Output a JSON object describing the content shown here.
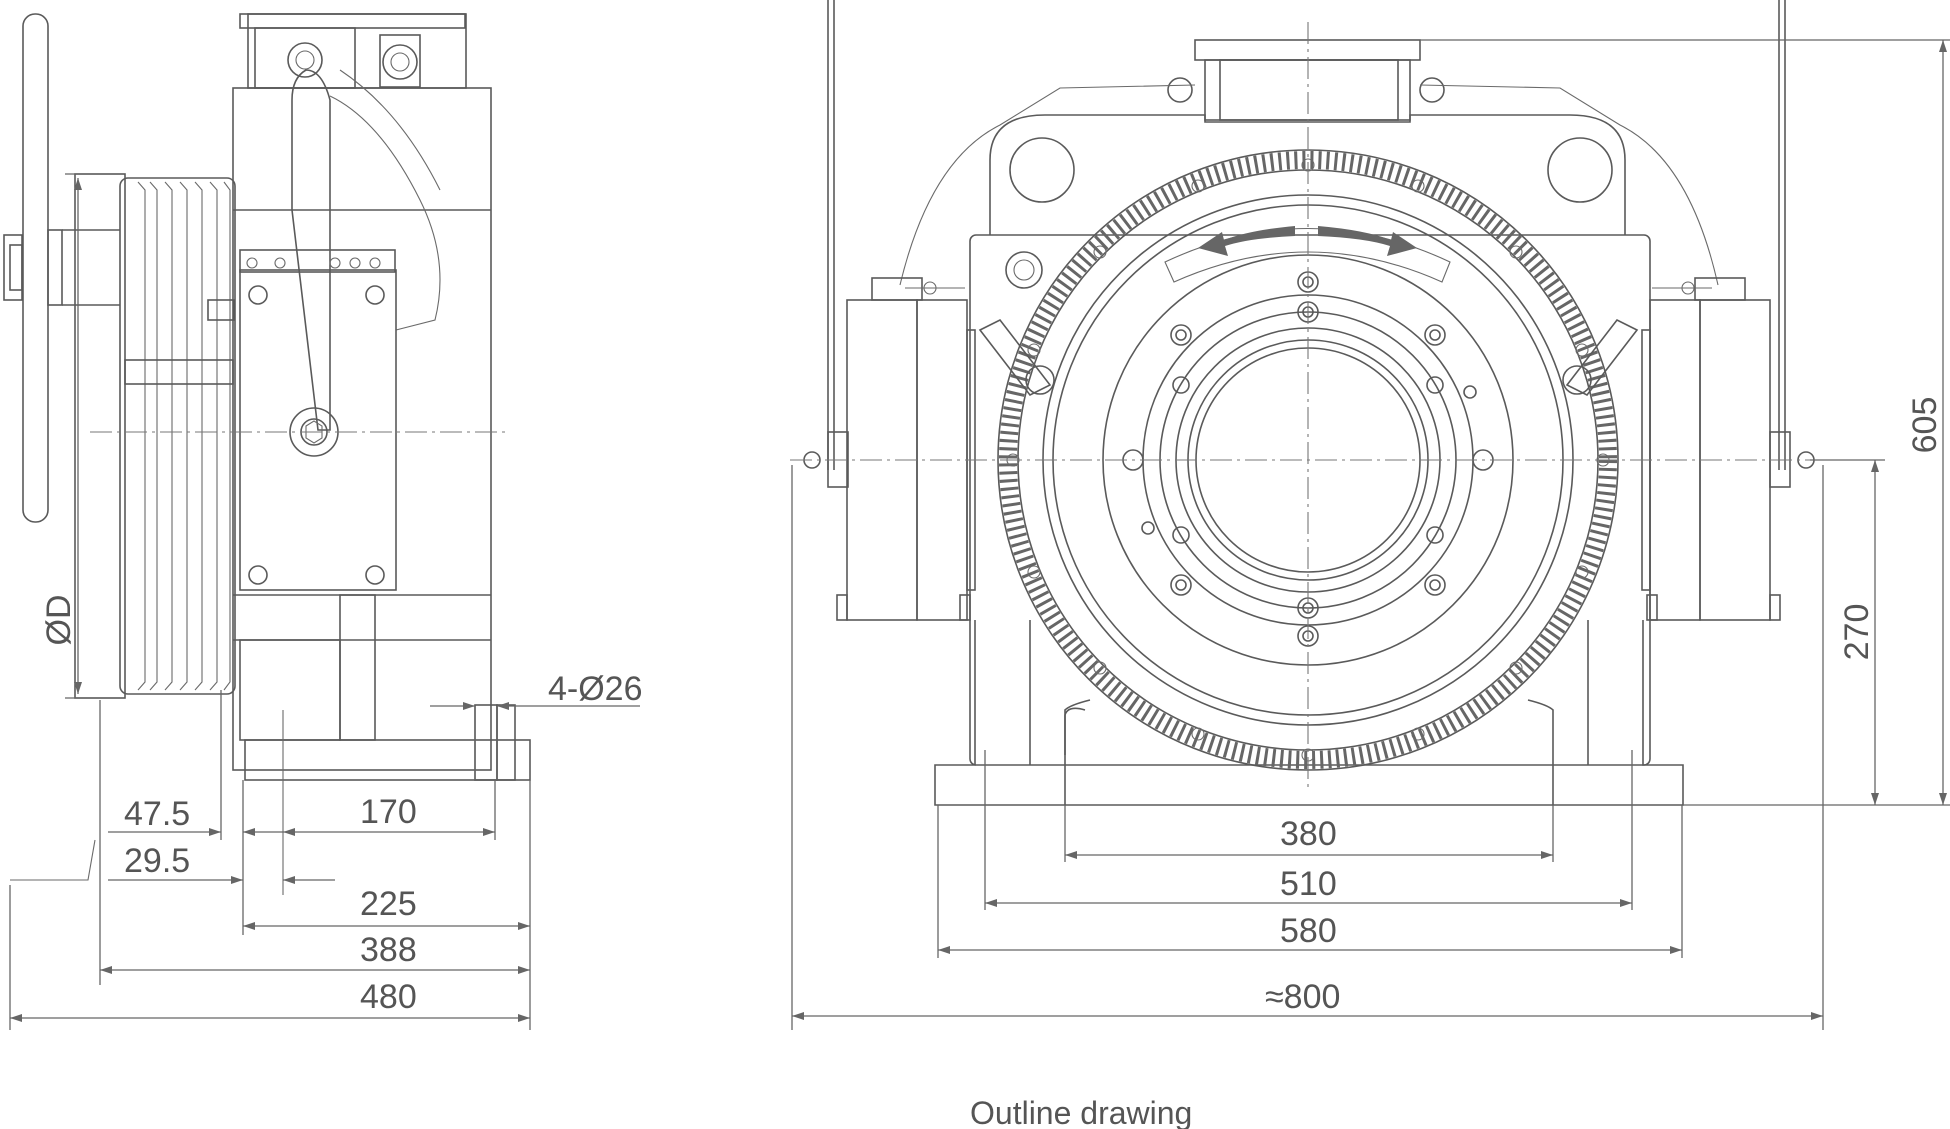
{
  "caption": "Outline drawing",
  "side_view": {
    "dims": {
      "d_47_5": "47.5",
      "d_29_5": "29.5",
      "d_170": "170",
      "d_225": "225",
      "d_388": "388",
      "d_480": "480",
      "phi_d": "ØD",
      "holes": "4-Ø26"
    }
  },
  "front_view": {
    "dims": {
      "d_380": "380",
      "d_510": "510",
      "d_580": "580",
      "d_800": "≈800",
      "d_605": "605",
      "d_270": "270"
    }
  },
  "colors": {
    "line": "#5a5a5a",
    "text": "#555555",
    "background": "#ffffff"
  }
}
